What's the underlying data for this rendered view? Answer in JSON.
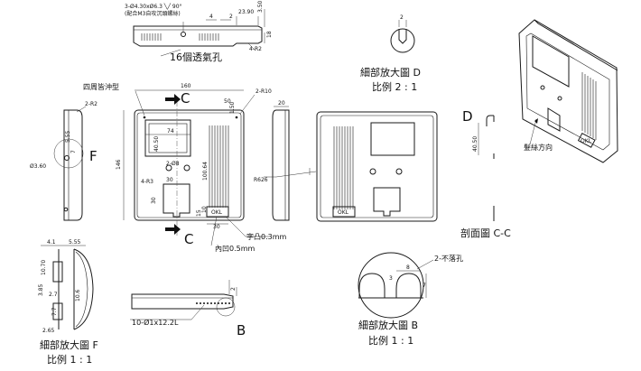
{
  "top_view": {
    "hole_spec": "3-Ø4.30xØ6.3 ╲╱ 90°",
    "screw_note": "(配合M3自攻沉頭螺絲)",
    "dim_23_90": "23.90",
    "dim_4": "4",
    "dim_2": "2",
    "dim_3_50": "3.50",
    "dim_18": "18",
    "radius_4r2": "4-R2",
    "vents_callout": "16個透氣孔"
  },
  "front_view": {
    "label_perimeter": "四周皆沖型",
    "section_c": "C",
    "width_160": "160",
    "radius_2r10": "2-R10",
    "dim_50": "50",
    "dim_1_50": "1.50",
    "dim_74": "74",
    "dim_40_50": "40.50",
    "dim_100_64": "100.64",
    "holes_2_phi8": "2-Ø8",
    "height_146": "146",
    "radius_4r3": "4-R3",
    "dim_30a": "30",
    "dim_30b": "30",
    "dim_30c": "30",
    "dim_15": "15",
    "dim_10": "10",
    "label_raised": "字凸0.3mm",
    "label_recessed": "內凹0.5mm",
    "logo_text": "OKL"
  },
  "left_side": {
    "radius_2r2": "2-R2",
    "dim_5_55": "5.55",
    "dim_7": "7",
    "dia_3_60": "Ø3.60",
    "label_f": "F"
  },
  "right_side": {
    "dim_20": "20",
    "radius_r626": "R626"
  },
  "detail_d": {
    "dim_2": "2",
    "title": "細部放大圖 D",
    "scale": "比例 2 : 1"
  },
  "section_cc": {
    "label_d": "D",
    "dim_40_50": "40.50",
    "title": "剖面圖 C-C"
  },
  "iso_view": {
    "label_hairline": "髮絲方向",
    "logo_text": "OKL"
  },
  "bottom_view": {
    "dim_2": "2",
    "holes_spec": "10-Ø1x12.2L",
    "label_b": "B"
  },
  "detail_f": {
    "dim_4_1": "4.1",
    "dim_5_55": "5.55",
    "dim_10_70": "10.70",
    "dim_3_85": "3.85",
    "dim_2_7": "2.7",
    "dim_7_7": "7.7",
    "dim_2_65": "2.65",
    "dim_10_6": "10.6",
    "title": "細部放大圖 F",
    "scale": "比例 1 : 1"
  },
  "detail_b": {
    "callout": "2-不落孔",
    "dim_8": "8",
    "dim_3": "3",
    "dim_7": "7",
    "title": "細部放大圖 B",
    "scale": "比例 1 : 1"
  }
}
